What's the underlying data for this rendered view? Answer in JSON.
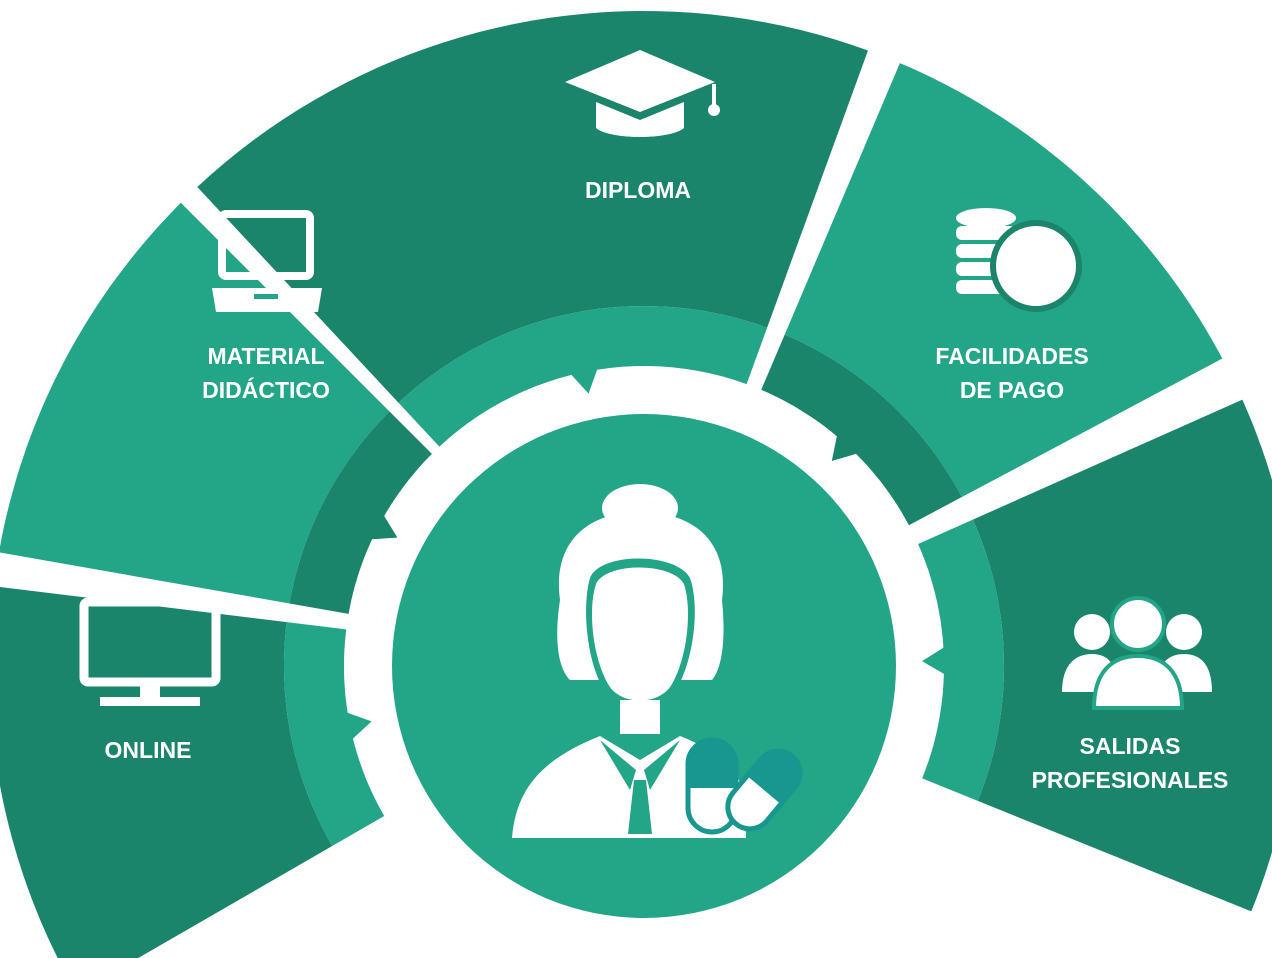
{
  "colors": {
    "dark": "#1a856b",
    "light": "#23a587",
    "background": "#ffffff",
    "icon": "#ffffff",
    "pill_accent": "#17978f"
  },
  "center": {
    "icon": "female-pharmacist-icon",
    "badge_icon": "pill-capsules-icon"
  },
  "segments": [
    {
      "id": "online",
      "lines": [
        "ONLINE"
      ],
      "icon": "monitor-icon"
    },
    {
      "id": "material",
      "lines": [
        "MATERIAL",
        "DIDÁCTICO"
      ],
      "icon": "laptop-icon"
    },
    {
      "id": "diploma",
      "lines": [
        "DIPLOMA"
      ],
      "icon": "graduation-cap-icon"
    },
    {
      "id": "pago",
      "lines": [
        "FACILIDADES",
        "DE PAGO"
      ],
      "icon": "coins-icon"
    },
    {
      "id": "salidas",
      "lines": [
        "SALIDAS",
        "PROFESIONALES"
      ],
      "icon": "group-people-icon"
    }
  ]
}
